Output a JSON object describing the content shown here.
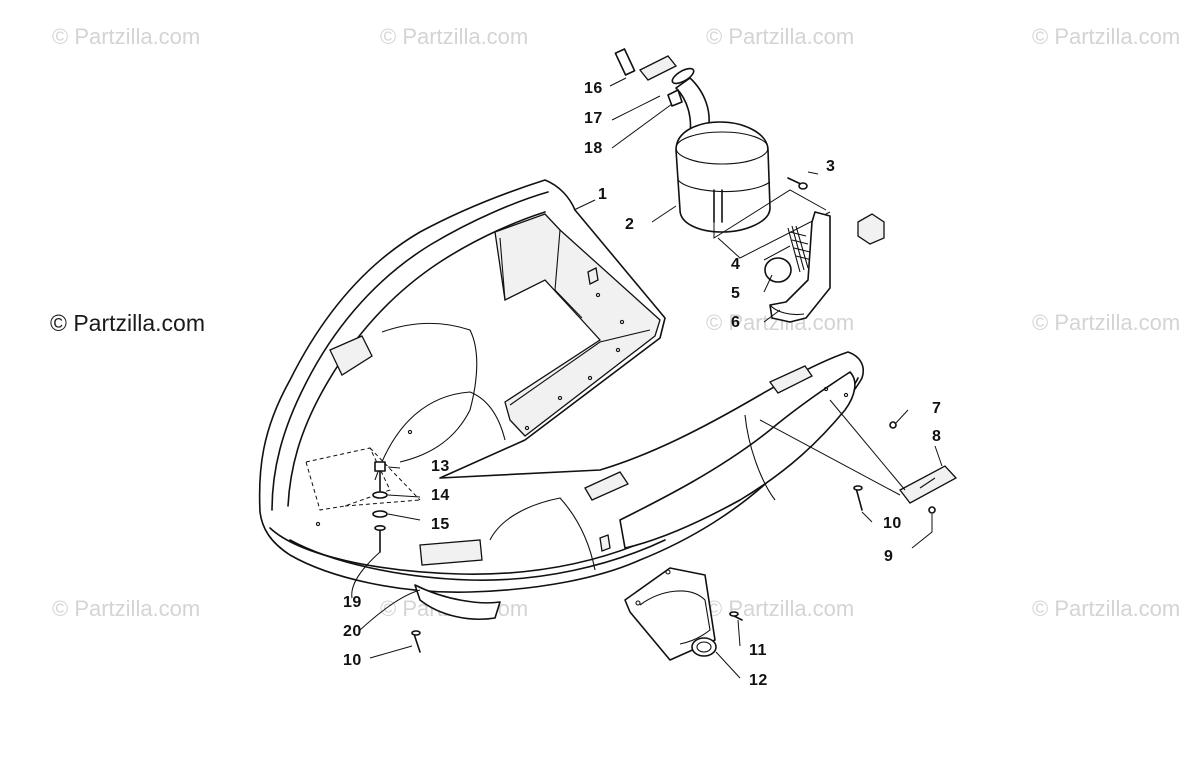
{
  "watermark": {
    "text": "© Partzilla.com",
    "prominent_text": "© Partzilla.com"
  },
  "callouts": [
    {
      "id": "c1",
      "label": "1"
    },
    {
      "id": "c2",
      "label": "2"
    },
    {
      "id": "c3",
      "label": "3"
    },
    {
      "id": "c4",
      "label": "4"
    },
    {
      "id": "c5",
      "label": "5"
    },
    {
      "id": "c6",
      "label": "6"
    },
    {
      "id": "c7",
      "label": "7"
    },
    {
      "id": "c8",
      "label": "8"
    },
    {
      "id": "c9",
      "label": "9"
    },
    {
      "id": "c10a",
      "label": "10"
    },
    {
      "id": "c10b",
      "label": "10"
    },
    {
      "id": "c11",
      "label": "11"
    },
    {
      "id": "c12",
      "label": "12"
    },
    {
      "id": "c13",
      "label": "13"
    },
    {
      "id": "c14",
      "label": "14"
    },
    {
      "id": "c15",
      "label": "15"
    },
    {
      "id": "c16",
      "label": "16"
    },
    {
      "id": "c17",
      "label": "17"
    },
    {
      "id": "c18",
      "label": "18"
    },
    {
      "id": "c19",
      "label": "19"
    },
    {
      "id": "c20",
      "label": "20"
    }
  ],
  "colors": {
    "line": "#111111",
    "watermark": "#d4d4d4",
    "background": "#ffffff"
  }
}
